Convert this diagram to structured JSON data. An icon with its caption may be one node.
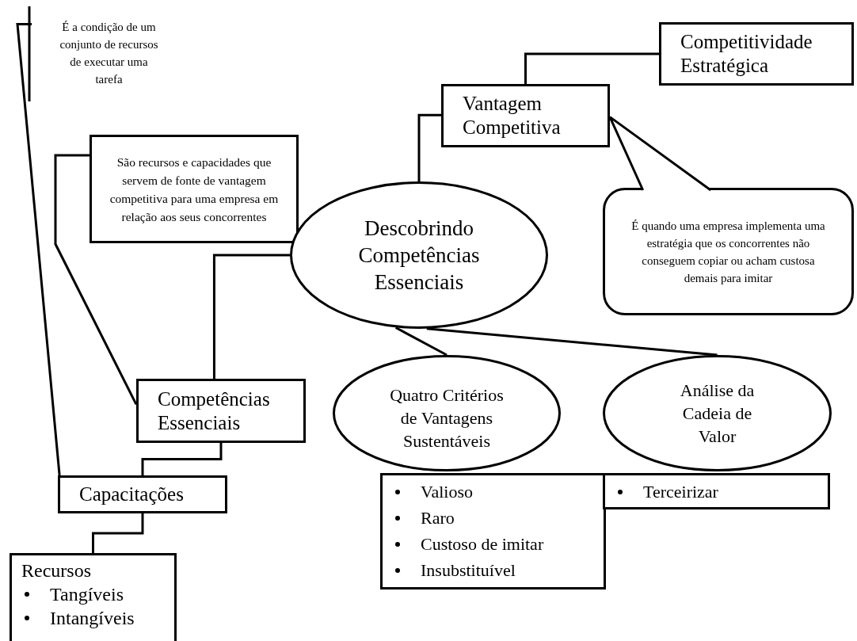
{
  "diagram": {
    "nodes": [
      {
        "text": [
          "É a condição de um conjunto de recursos de executar uma tarefa"
        ]
      },
      {
        "text": [
          "São recursos e capacidades que servem de fonte de vantagem competitiva para uma empresa em relação aos seus concorrentes"
        ]
      },
      {
        "text": [
          "Descobrindo Competências Essenciais"
        ]
      },
      {
        "text": [
          "Vantagem Competitiva"
        ]
      },
      {
        "text": [
          "Competitividade Estratégica"
        ]
      },
      {
        "text": [
          "É quando uma empresa implementa uma estratégia que os concorrentes não conseguem copiar ou acham custosa demais para imitar"
        ]
      },
      {
        "text": [
          "Competências Essenciais"
        ]
      },
      {
        "text": [
          "Capacitações"
        ]
      },
      {
        "text": [
          "Recursos",
          "Tangíveis",
          "Intangíveis"
        ]
      },
      {
        "text": [
          "Quatro Critérios de Vantagens Sustentáveis"
        ]
      },
      {
        "text": [
          "Análise da Cadeia de Valor"
        ]
      },
      {
        "text": [
          "Valioso",
          "Raro",
          "Custoso de imitar",
          "Insubstituível"
        ]
      },
      {
        "text": [
          "Terceirizar"
        ]
      }
    ],
    "edges": [
      {
        "from": 2,
        "to": 3,
        "arrow": "none"
      },
      {
        "from": 3,
        "to": 4,
        "arrow": "none"
      },
      {
        "from": 5,
        "to": 3,
        "arrow": "none"
      },
      {
        "from": 2,
        "to": 6,
        "arrow": "none"
      },
      {
        "from": 6,
        "to": 1,
        "arrow": "none"
      },
      {
        "from": 6,
        "to": 7,
        "arrow": "none"
      },
      {
        "from": 7,
        "to": 0,
        "arrow": "none"
      },
      {
        "from": 7,
        "to": 8,
        "arrow": "none"
      },
      {
        "from": 2,
        "to": 9,
        "arrow": "none"
      },
      {
        "from": 2,
        "to": 10,
        "arrow": "none"
      }
    ]
  }
}
